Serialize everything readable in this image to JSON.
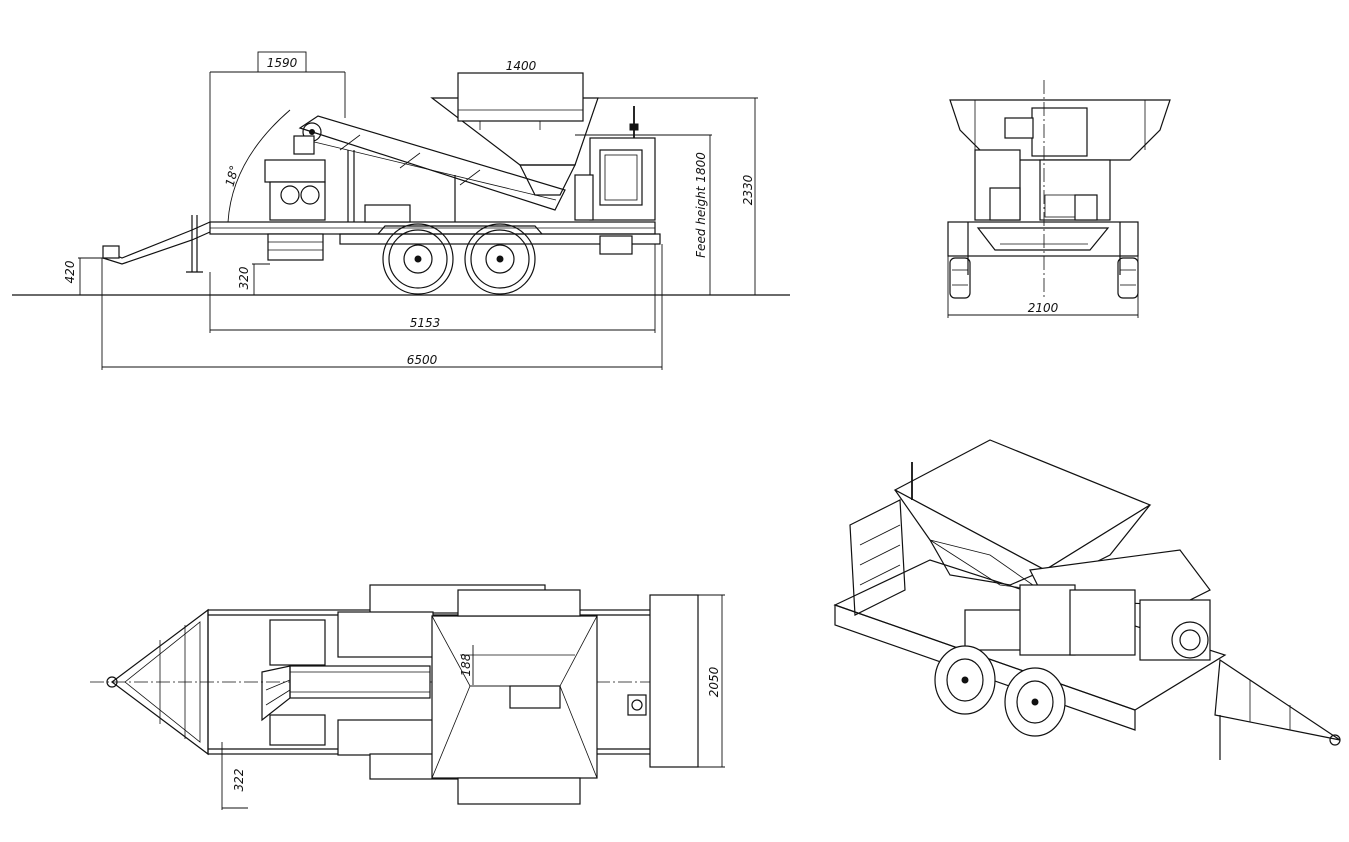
{
  "drawing": {
    "side_view": {
      "dim_conveyor_reach": "1590",
      "dim_hopper_width": "1400",
      "dim_conveyor_angle": "18°",
      "dim_feed_height": "Feed height 1800",
      "dim_overall_height": "2330",
      "dim_hitch_height": "420",
      "dim_frame_height": "320",
      "dim_frame_length": "5153",
      "dim_overall_length": "6500"
    },
    "front_view": {
      "dim_width": "2100"
    },
    "top_view": {
      "dim_width": "2050",
      "dim_offset": "188",
      "dim_side_offset": "322"
    },
    "iso_view": {}
  }
}
